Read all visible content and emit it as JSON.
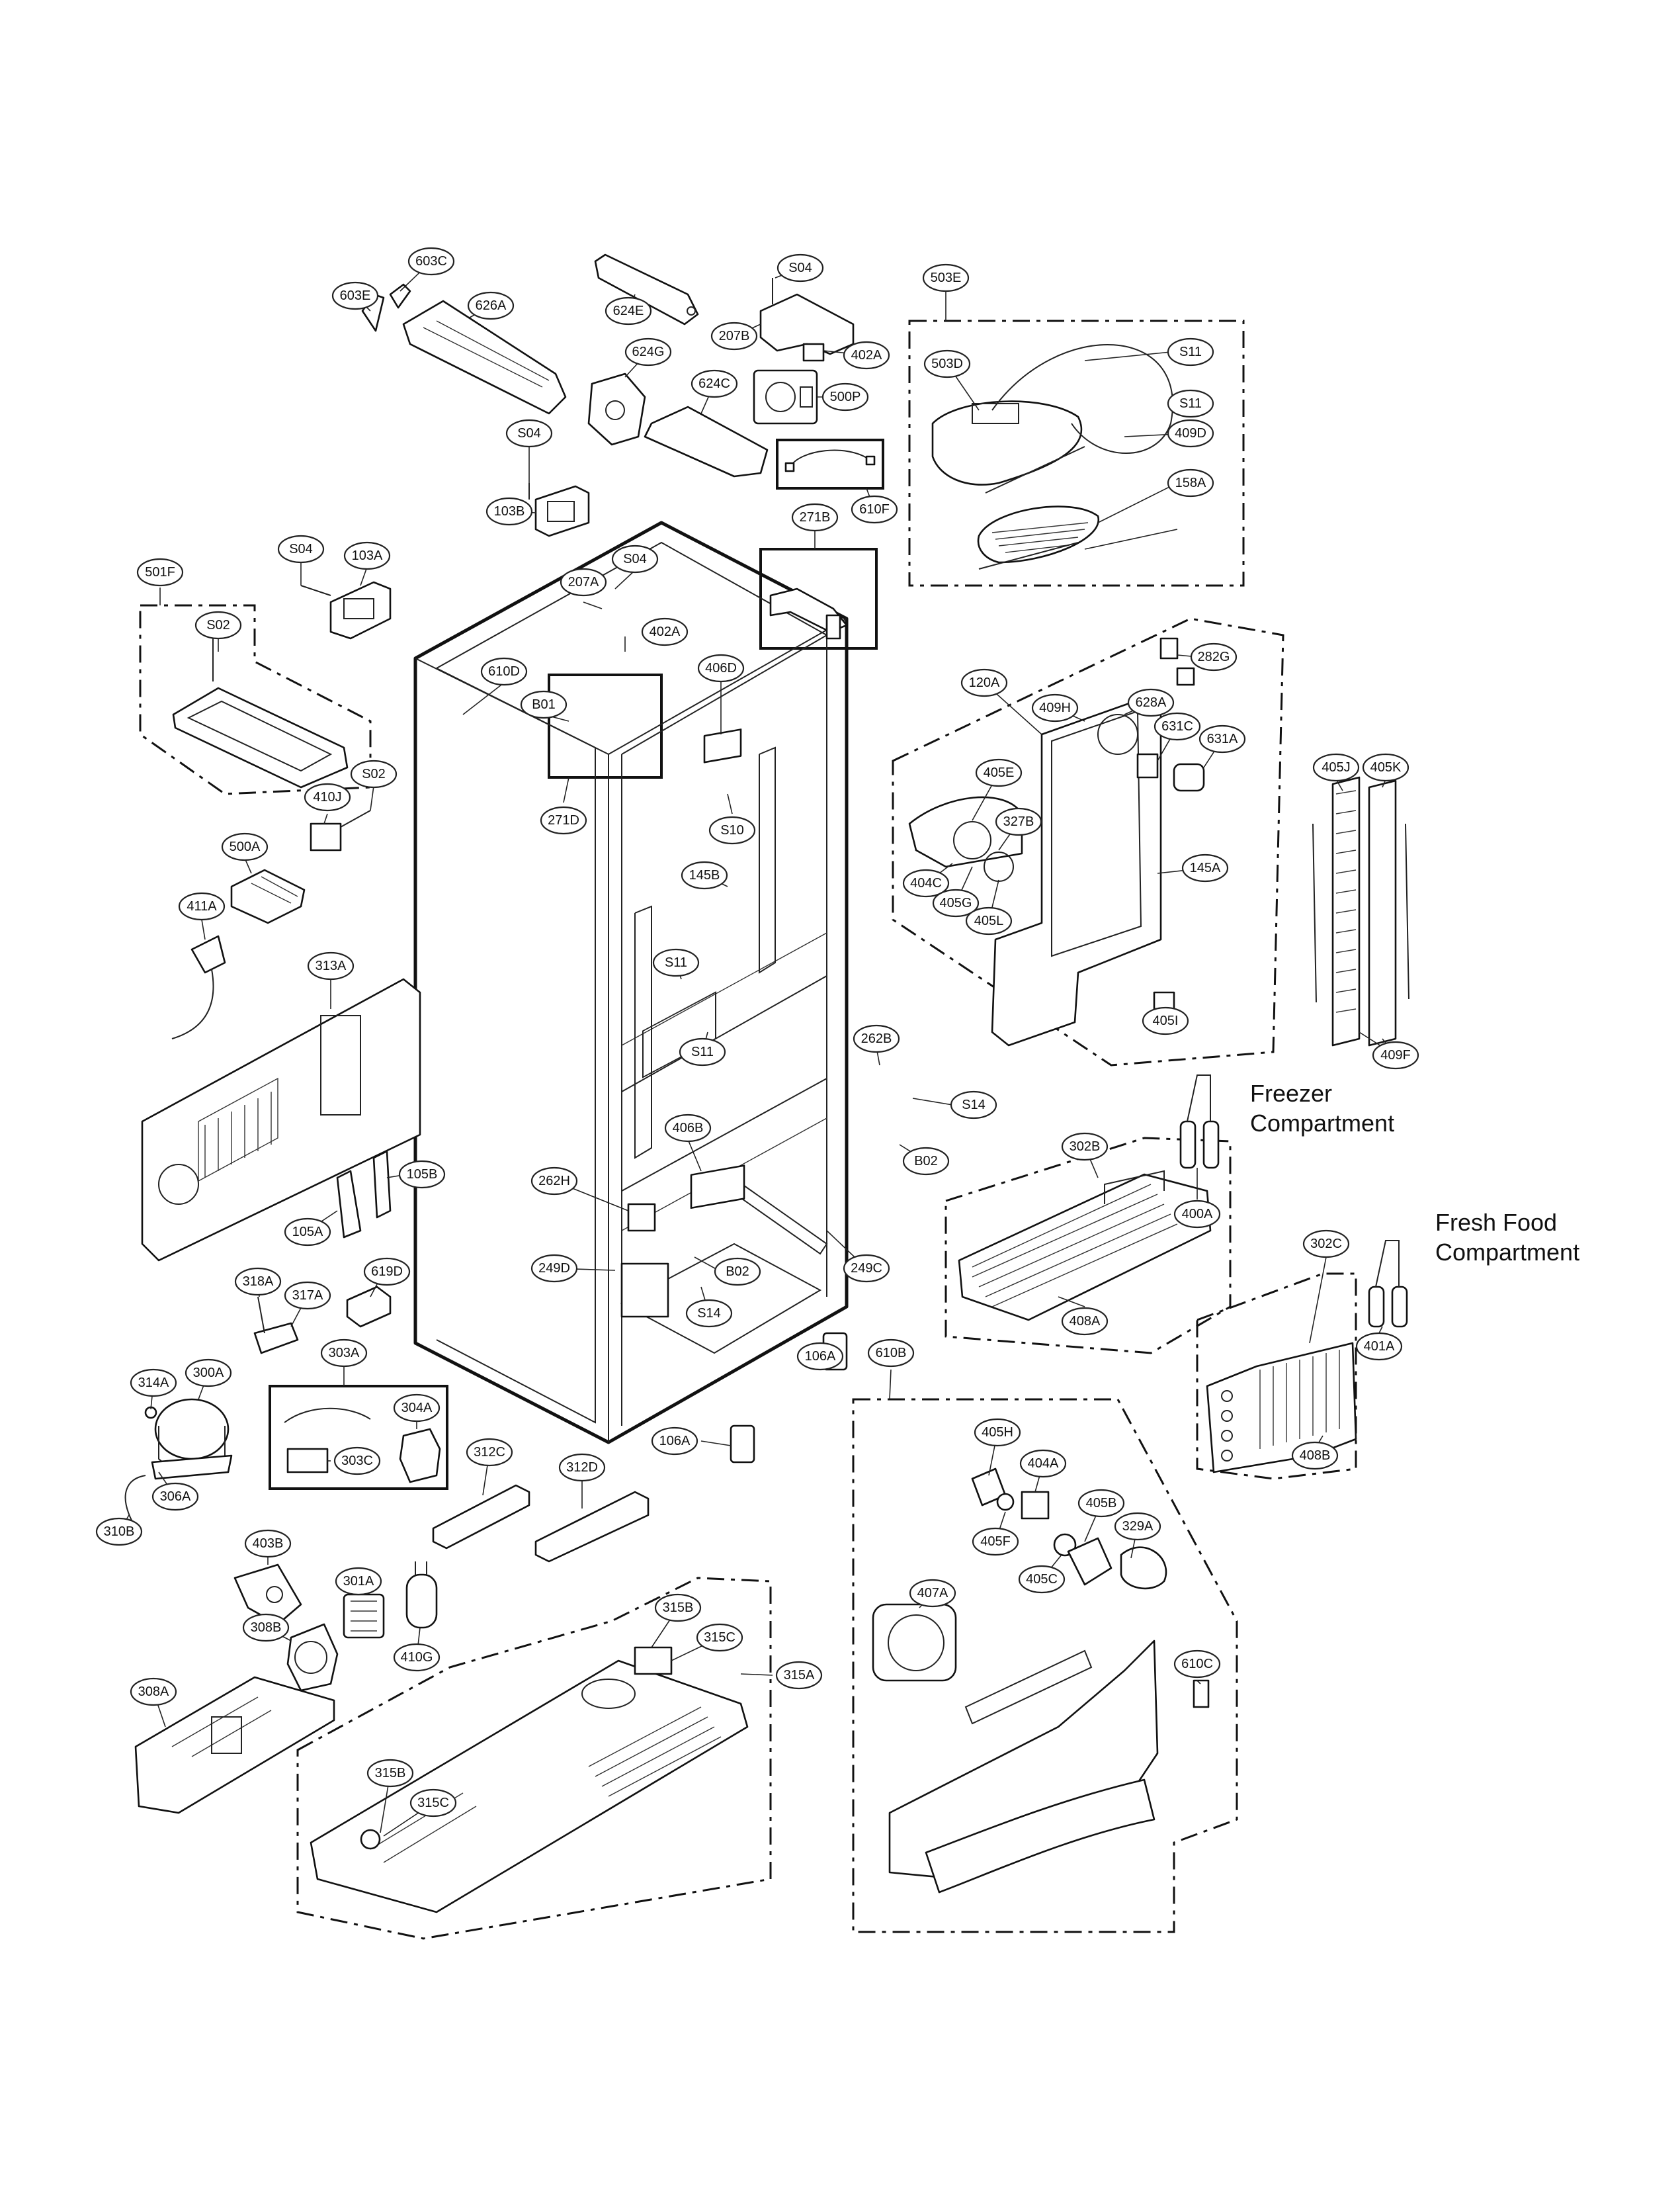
{
  "captions": {
    "freezer_line1": "Freezer",
    "freezer_line2": "Compartment",
    "fresh_line1": "Fresh Food",
    "fresh_line2": "Compartment"
  },
  "callouts": [
    "603C",
    "603E",
    "626A",
    "624E",
    "S04",
    "207B",
    "402A",
    "624G",
    "624C",
    "500P",
    "610F",
    "503E",
    "503D",
    "S11",
    "409D",
    "158A",
    "103B",
    "S04",
    "271B",
    "501F",
    "S02",
    "S04",
    "103A",
    "207A",
    "S04",
    "402A",
    "610D",
    "B01",
    "406D",
    "271D",
    "S10",
    "S02",
    "410J",
    "500A",
    "145B",
    "411A",
    "S11",
    "S11",
    "313A",
    "262B",
    "S14",
    "B02",
    "406B",
    "105B",
    "105A",
    "262H",
    "249D",
    "B02",
    "249C",
    "S14",
    "619D",
    "318A",
    "317A",
    "303A",
    "304A",
    "303C",
    "314A",
    "300A",
    "306A",
    "310B",
    "106A",
    "106A",
    "312C",
    "312D",
    "403B",
    "301A",
    "410G",
    "308B",
    "315B",
    "315C",
    "315A",
    "308A",
    "315B",
    "315C",
    "120A",
    "282G",
    "409H",
    "628A",
    "631C",
    "631A",
    "405E",
    "327B",
    "145A",
    "404C",
    "405G",
    "405L",
    "405I",
    "405J",
    "405K",
    "409F",
    "302B",
    "400A",
    "408A",
    "302C",
    "401A",
    "408B",
    "610B",
    "405H",
    "404A",
    "405B",
    "329A",
    "405F",
    "405C",
    "407A",
    "610C",
    "S11"
  ]
}
